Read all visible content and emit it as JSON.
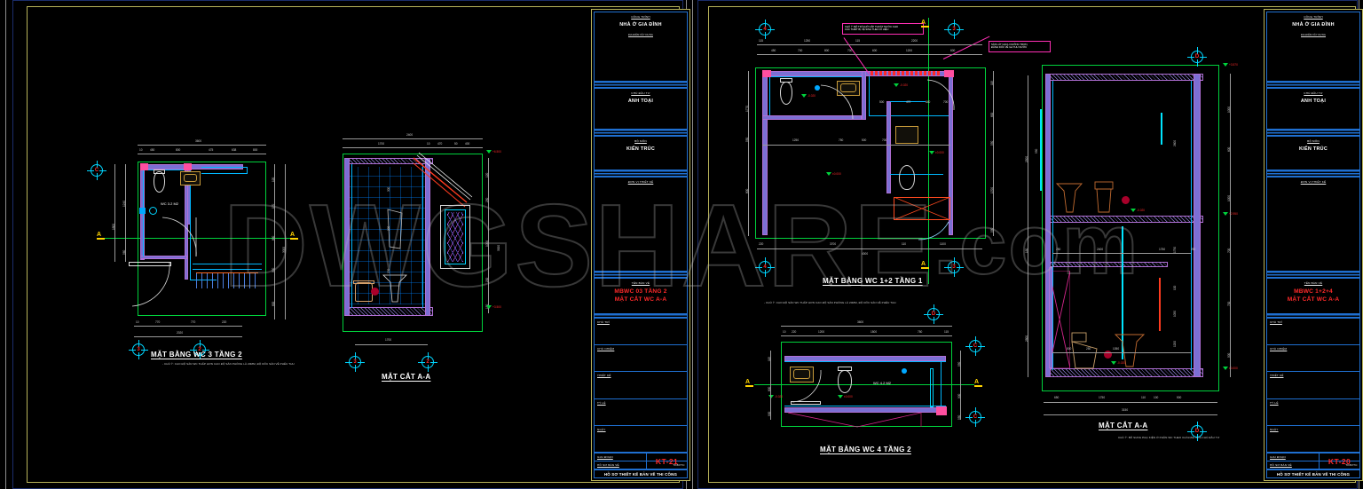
{
  "app": {
    "background_color": "#000000",
    "watermark": "DWGSHARE",
    "watermark_suffix": ".com"
  },
  "sheets": [
    {
      "id": "sheet-left",
      "titleblock": {
        "project_label": "CÔNG TRÌNH",
        "project_value": "NHÀ Ở GIA ĐÌNH",
        "project_address": "ĐỊA ĐIỂM XÂY DỰNG",
        "client_label": "CHỦ ĐẦU TƯ",
        "client_value": "ANH TOẠI",
        "discipline_label": "BỘ MÔN",
        "discipline_value": "KIẾN TRÚC",
        "consultant_label": "ĐƠN VỊ THIẾT KẾ",
        "drawing_label": "TÊN BẢN VẼ",
        "drawing_value_line1": "MBWC 03 TẦNG 2",
        "drawing_value_line2": "MẶT CẮT WC A-A",
        "field_designer": "CHỦ TRÌ",
        "field_checker": "CHỦ NHIỆM",
        "field_drawn": "THIẾT KẾ",
        "field_scale": "TỶ LỆ",
        "field_date": "NGÀY",
        "foot_stage": "GIAI ĐOẠN",
        "foot_phase": "HỒ SƠ BẢN VẼ",
        "foot_phase_value": "TKBVTC",
        "sheet_number": "KT-21",
        "bottom_strip": "HỒ SƠ THIẾT KẾ BẢN VẼ THI CÔNG"
      },
      "drawings": [
        {
          "id": "plan-wc3",
          "title": "MẶT BẰNG WC 3 TẦNG 2",
          "note": "- CHÚ Ý: CAO ĐỘ SÀN WC THẤP HƠN CAO ĐỘ SÀN PHÒNG LÀ 20MM, ĐỘ DỐC SÀN VỀ PHỄU THU",
          "room_label": "WC 3.2 M2",
          "overall_width": "3600",
          "overall_depth": "3000",
          "top_dims": [
            "10",
            "450",
            "100",
            "800",
            "100",
            "475",
            "100",
            "638",
            "100",
            "800"
          ],
          "bottom_dims": [
            "10",
            "770",
            "100",
            "770",
            "10",
            "220",
            "100"
          ],
          "bottom_total": "2020",
          "left_dims": [
            "100",
            "1240",
            "100",
            "560",
            "100"
          ],
          "left_total": "1800",
          "right_dims": [
            "100",
            "120",
            "100",
            "170",
            "100",
            "800",
            "100",
            "500",
            "100",
            "800",
            "100"
          ],
          "grid_bubbles": [
            {
              "label": "C",
              "pos": "top-left"
            },
            {
              "label": "3",
              "pos": "bottom-left"
            },
            {
              "label": "2",
              "pos": "bottom-right"
            }
          ],
          "section_marks": [
            "A",
            "A"
          ],
          "levels": []
        },
        {
          "id": "section-aa-left",
          "title": "MẶT CẮT A-A",
          "overall_width": "2400",
          "top_dims": [
            "1700",
            "10",
            "470",
            "50",
            "400",
            "50"
          ],
          "bottom_dim": "1700",
          "left_dims": [
            "300",
            "200",
            "200"
          ],
          "right_dims": [
            "10",
            "120",
            "100",
            "250",
            "250",
            "100",
            "1000",
            "200",
            "150"
          ],
          "right_total": "3000",
          "grid_bubbles": [
            {
              "label": "3",
              "pos": "bottom-left"
            },
            {
              "label": "2",
              "pos": "bottom-right"
            }
          ],
          "levels": [
            {
              "text": "+6.500",
              "pos": "top"
            },
            {
              "text": "+3.500",
              "pos": "bottom"
            }
          ]
        }
      ]
    },
    {
      "id": "sheet-right",
      "titleblock": {
        "project_label": "CÔNG TRÌNH",
        "project_value": "NHÀ Ở GIA ĐÌNH",
        "project_address": "ĐỊA ĐIỂM XÂY DỰNG",
        "client_label": "CHỦ ĐẦU TƯ",
        "client_value": "ANH TOẠI",
        "discipline_label": "BỘ MÔN",
        "discipline_value": "KIẾN TRÚC",
        "consultant_label": "ĐƠN VỊ THIẾT KẾ",
        "drawing_label": "TÊN BẢN VẼ",
        "drawing_value_line1": "MBWC 1+2+4",
        "drawing_value_line2": "MẶT CẮT WC A-A",
        "field_designer": "CHỦ TRÌ",
        "field_checker": "CHỦ NHIỆM",
        "field_drawn": "THIẾT KẾ",
        "field_scale": "TỶ LỆ",
        "field_date": "NGÀY",
        "foot_stage": "GIAI ĐOẠN",
        "foot_phase": "HỒ SƠ BẢN VẼ",
        "foot_phase_value": "TKBVTC",
        "sheet_number": "KT-20",
        "bottom_strip": "HỒ SƠ THIẾT KẾ BẢN VẼ THI CÔNG"
      },
      "drawings": [
        {
          "id": "plan-wc12",
          "title": "MẶT BẰNG WC 1+2 TẦNG 1",
          "note": "- CHÚ Ý: CAO ĐỘ SÀN WC THẤP HƠN CAO ĐỘ SÀN PHÒNG LÀ 20MM, ĐỘ DỐC SÀN VỀ PHỄU THU",
          "callouts": [
            "CHÚ Ý: BỐ TRÍ CHỜ CẤP THOÁT NƯỚC CHO\nCÁC THIẾT BỊ VỆ SINH THEO KÍ HIỆU",
            "SÀN LÁT GẠCH CHỐNG TRƠN,\nĐÁNH DỐC VỀ GA THU NƯỚC"
          ],
          "top_dims": [
            "115",
            "1250",
            "115",
            "2200"
          ],
          "top_dims2": [
            "450",
            "700",
            "800",
            "700",
            "115",
            "600",
            "1200",
            "600"
          ],
          "mid_dims": [
            "1250",
            "750",
            "500",
            "700",
            "500",
            "1000"
          ],
          "bottom_dims": [
            "220",
            "3700",
            "110",
            "1100",
            "100"
          ],
          "bottom_total": "4000",
          "left_dims": [
            "1770",
            "550",
            "800"
          ],
          "right_dims": [
            "115",
            "800",
            "550",
            "1700",
            "550"
          ],
          "grid_bubbles": [
            {
              "label": "4",
              "pos": "top-left"
            },
            {
              "label": "3",
              "pos": "top-right"
            },
            {
              "label": "4",
              "pos": "bottom-left"
            },
            {
              "label": "3",
              "pos": "bottom-right"
            }
          ],
          "section_marks": [
            "A",
            "A"
          ],
          "levels": [
            "-0.020",
            "-0.020",
            "-0.020",
            "±0.000",
            "±0.000"
          ]
        },
        {
          "id": "plan-wc4",
          "title": "MẶT BẰNG WC 4 TẦNG 2",
          "room_label": "WC 4.2 M2",
          "overall_width": "3600",
          "top_dims": [
            "10",
            "220",
            "1200",
            "1500",
            "750",
            "115"
          ],
          "left_dims": [
            "115",
            "800",
            "900",
            "115"
          ],
          "right_dims": [
            "115",
            "550",
            "900",
            "550",
            "115"
          ],
          "grid_bubbles": [
            {
              "label": "D",
              "pos": "top-right"
            },
            {
              "label": "C",
              "pos": "right-upper"
            },
            {
              "label": "C",
              "pos": "right-lower"
            }
          ],
          "section_marks": [
            "A",
            "A"
          ],
          "levels": [
            "-0.020",
            "±0.000"
          ]
        },
        {
          "id": "section-aa-right",
          "title": "MẶT CẮT A-A",
          "note": "CHÚ Ý: BỐ SUNG PHỤ KIỆN Ở PHẦN WC THEO CHỈ ĐỊNH CỦA CHỦ ĐẦU TƯ",
          "overall_width": "3150",
          "bottom_dims": [
            "650",
            "1750",
            "110",
            "100",
            "500",
            "50"
          ],
          "bottom_total": "3150",
          "left_dims": [
            "550",
            "2500",
            "150",
            "2800"
          ],
          "right_dims": [
            "1000",
            "600",
            "1000",
            "200",
            "700",
            "100",
            "1050",
            "700",
            "500"
          ],
          "inner_dims": [
            "250",
            "2400",
            "1750",
            "100",
            "500",
            "250",
            "1050",
            "1200",
            "1050"
          ],
          "grid_bubbles": [
            {
              "label": "D",
              "pos": "top"
            },
            {
              "label": "D",
              "pos": "bottom"
            }
          ],
          "levels": [
            {
              "text": "+3.570",
              "pos": "top"
            },
            {
              "text": "+2.950",
              "pos": "mid"
            },
            {
              "text": "-0.020",
              "pos": "low"
            },
            {
              "text": "±0.000",
              "pos": "base"
            }
          ]
        }
      ]
    }
  ]
}
